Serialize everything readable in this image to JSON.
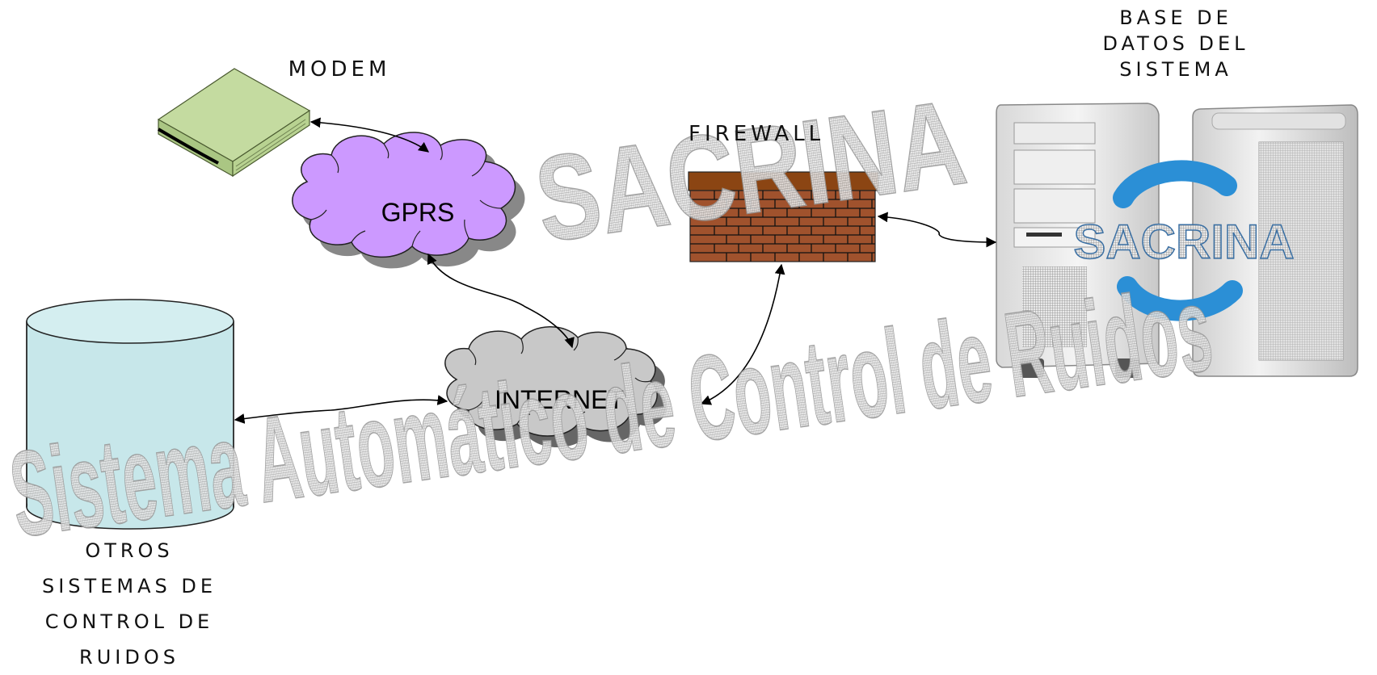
{
  "labels": {
    "modem": "MODEM",
    "gprs": "GPRS",
    "internet": "INTERNET",
    "firewall": "FIREWALL",
    "database": [
      "BASE DE",
      "DATOS DEL",
      "SISTEMA"
    ],
    "other_systems": [
      "OTROS",
      "SISTEMAS DE",
      "CONTROL DE",
      "RUIDOS"
    ]
  },
  "watermark": {
    "title": "SACRINA",
    "subtitle": "Sistema Automático de Control de Ruidos",
    "logo_text": "SACRINA"
  },
  "colors": {
    "modem_fill": "#c4dba0",
    "gprs_cloud": "#cc99ff",
    "internet_cloud": "#c8c8c8",
    "cylinder": "#c7e7ea",
    "brick": "#a0522d",
    "brick_cap": "#8b4513",
    "logo_ring": "#2b8fd6",
    "watermark": "#bdbdbd"
  }
}
